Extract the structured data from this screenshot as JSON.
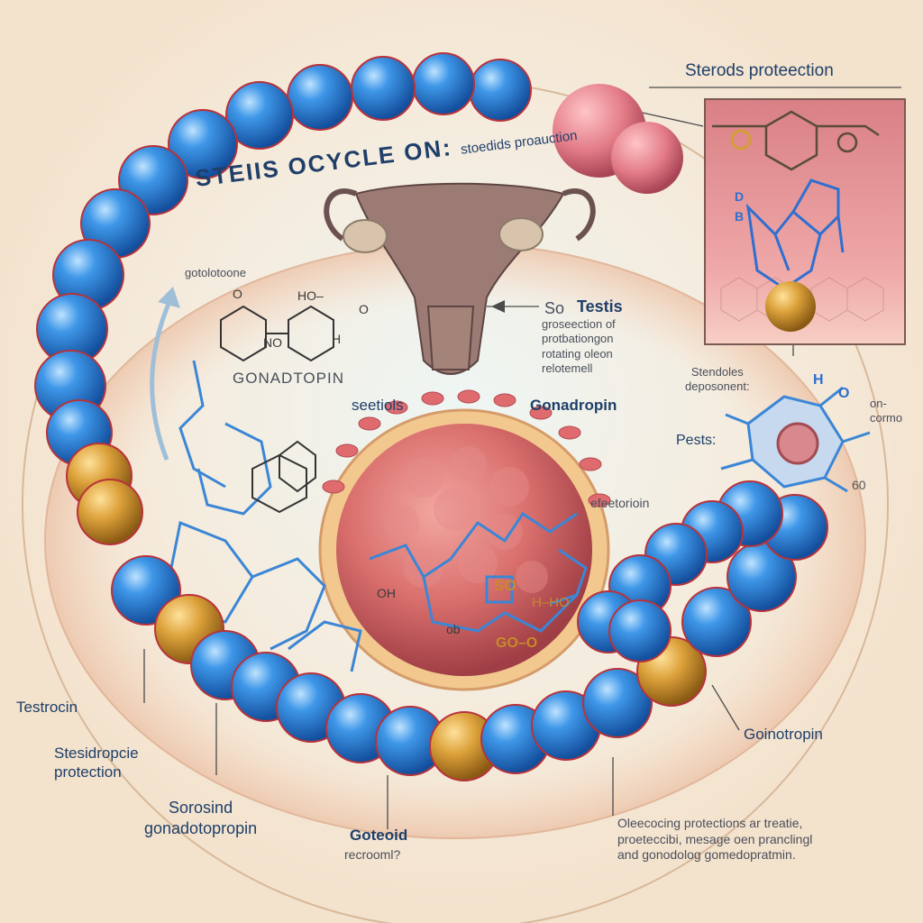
{
  "title": "STEIIS OCYCLE ON:",
  "title_sub": "stoedids proauction",
  "panel": {
    "heading": "Sterods proteection"
  },
  "labels": {
    "gotoleone": "gotolotoone",
    "gonadotropin_caps": "GONADTOPIN",
    "testis_prefix": "So",
    "testis": "Testis",
    "testis_desc": [
      "groseection of",
      "protbationgon",
      "rotating oleon",
      "relotemell"
    ],
    "seetiols": "seetiols",
    "gonadropin": "Gonadropin",
    "steroids_deposit": [
      "Stendoles",
      "deposonent:"
    ],
    "on_cormo": [
      "on-",
      "cormo"
    ],
    "pests": "Pests:",
    "eteotorin": "efeetorioin",
    "testrocin": "Testrocin",
    "stestidropic": [
      "Stesidropcie",
      "protection"
    ],
    "sorosind": [
      "Sorosind",
      "gonadotopropin"
    ],
    "goteoid": "Goteoid",
    "recroorn": "recrooml?",
    "goinotropin": "Goinotropin",
    "bottom_note": [
      "Oleecocing protections ar treatie,",
      "proeteccibi, mesage oen pranclingl",
      "and gonodolog gomedopratmin."
    ]
  },
  "chem": {
    "o1": "O",
    "ho1": "HO–",
    "o2": "O",
    "no": "NO",
    "h1": "H",
    "so": "SO",
    "hho": "H–HO",
    "go": "GO–O",
    "oh": "OH",
    "ob": "ob",
    "d1": "D",
    "b1": "B",
    "hsym": "H",
    "osym": "O",
    "sixty": "60"
  },
  "colors": {
    "bead_blue": "#2f7fd6",
    "bead_gold": "#d49a2a",
    "cell_pink": "#d9736f",
    "structure_blue": "#3b86d6",
    "label_dark": "#1f3f6a"
  }
}
